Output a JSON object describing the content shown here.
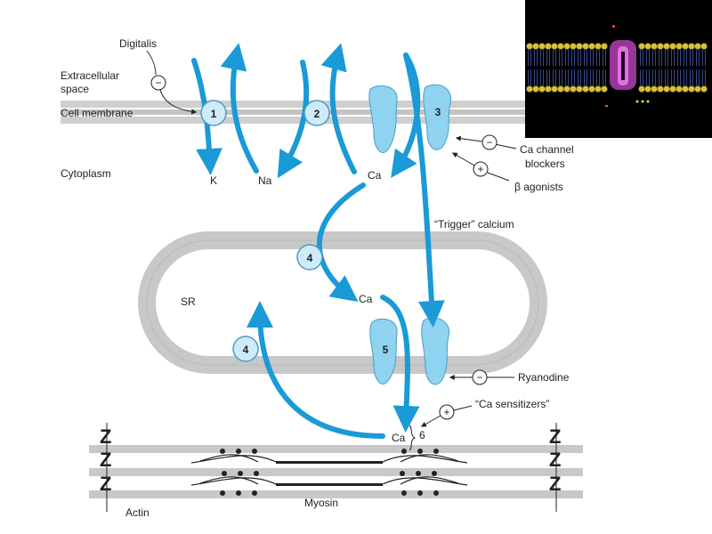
{
  "labels": {
    "digitalis": "Digitalis",
    "extracellular": "Extracellular",
    "space": "space",
    "cell_membrane": "Cell membrane",
    "cytoplasm": "Cytoplasm",
    "k": "K",
    "na": "Na",
    "ca_entry": "Ca",
    "ca_sr": "Ca",
    "ca_myofil": "Ca",
    "ca_channel": "Ca channel",
    "blockers": "blockers",
    "beta_agonists": "β agonists",
    "trigger": "“Trigger” calcium",
    "sr": "SR",
    "ryanodine": "Ryanodine",
    "ca_sensitizers": "“Ca sensitizers”",
    "six": "6",
    "actin": "Actin",
    "myosin": "Myosin",
    "z": "Z"
  },
  "sites": {
    "n1": "1",
    "n2": "2",
    "n3": "3",
    "n4a": "4",
    "n4b": "4",
    "n5": "5"
  },
  "signs": {
    "digitalis": "−",
    "ca_blockers": "−",
    "beta": "+",
    "ryanodine": "−",
    "sensitizers": "+"
  },
  "colors": {
    "arrow": "#1a9ad6",
    "channel": "#8fd3f0",
    "circle": "#cfeaf8",
    "membrane": "#c8c8c8",
    "inset_bg": "#000000"
  }
}
